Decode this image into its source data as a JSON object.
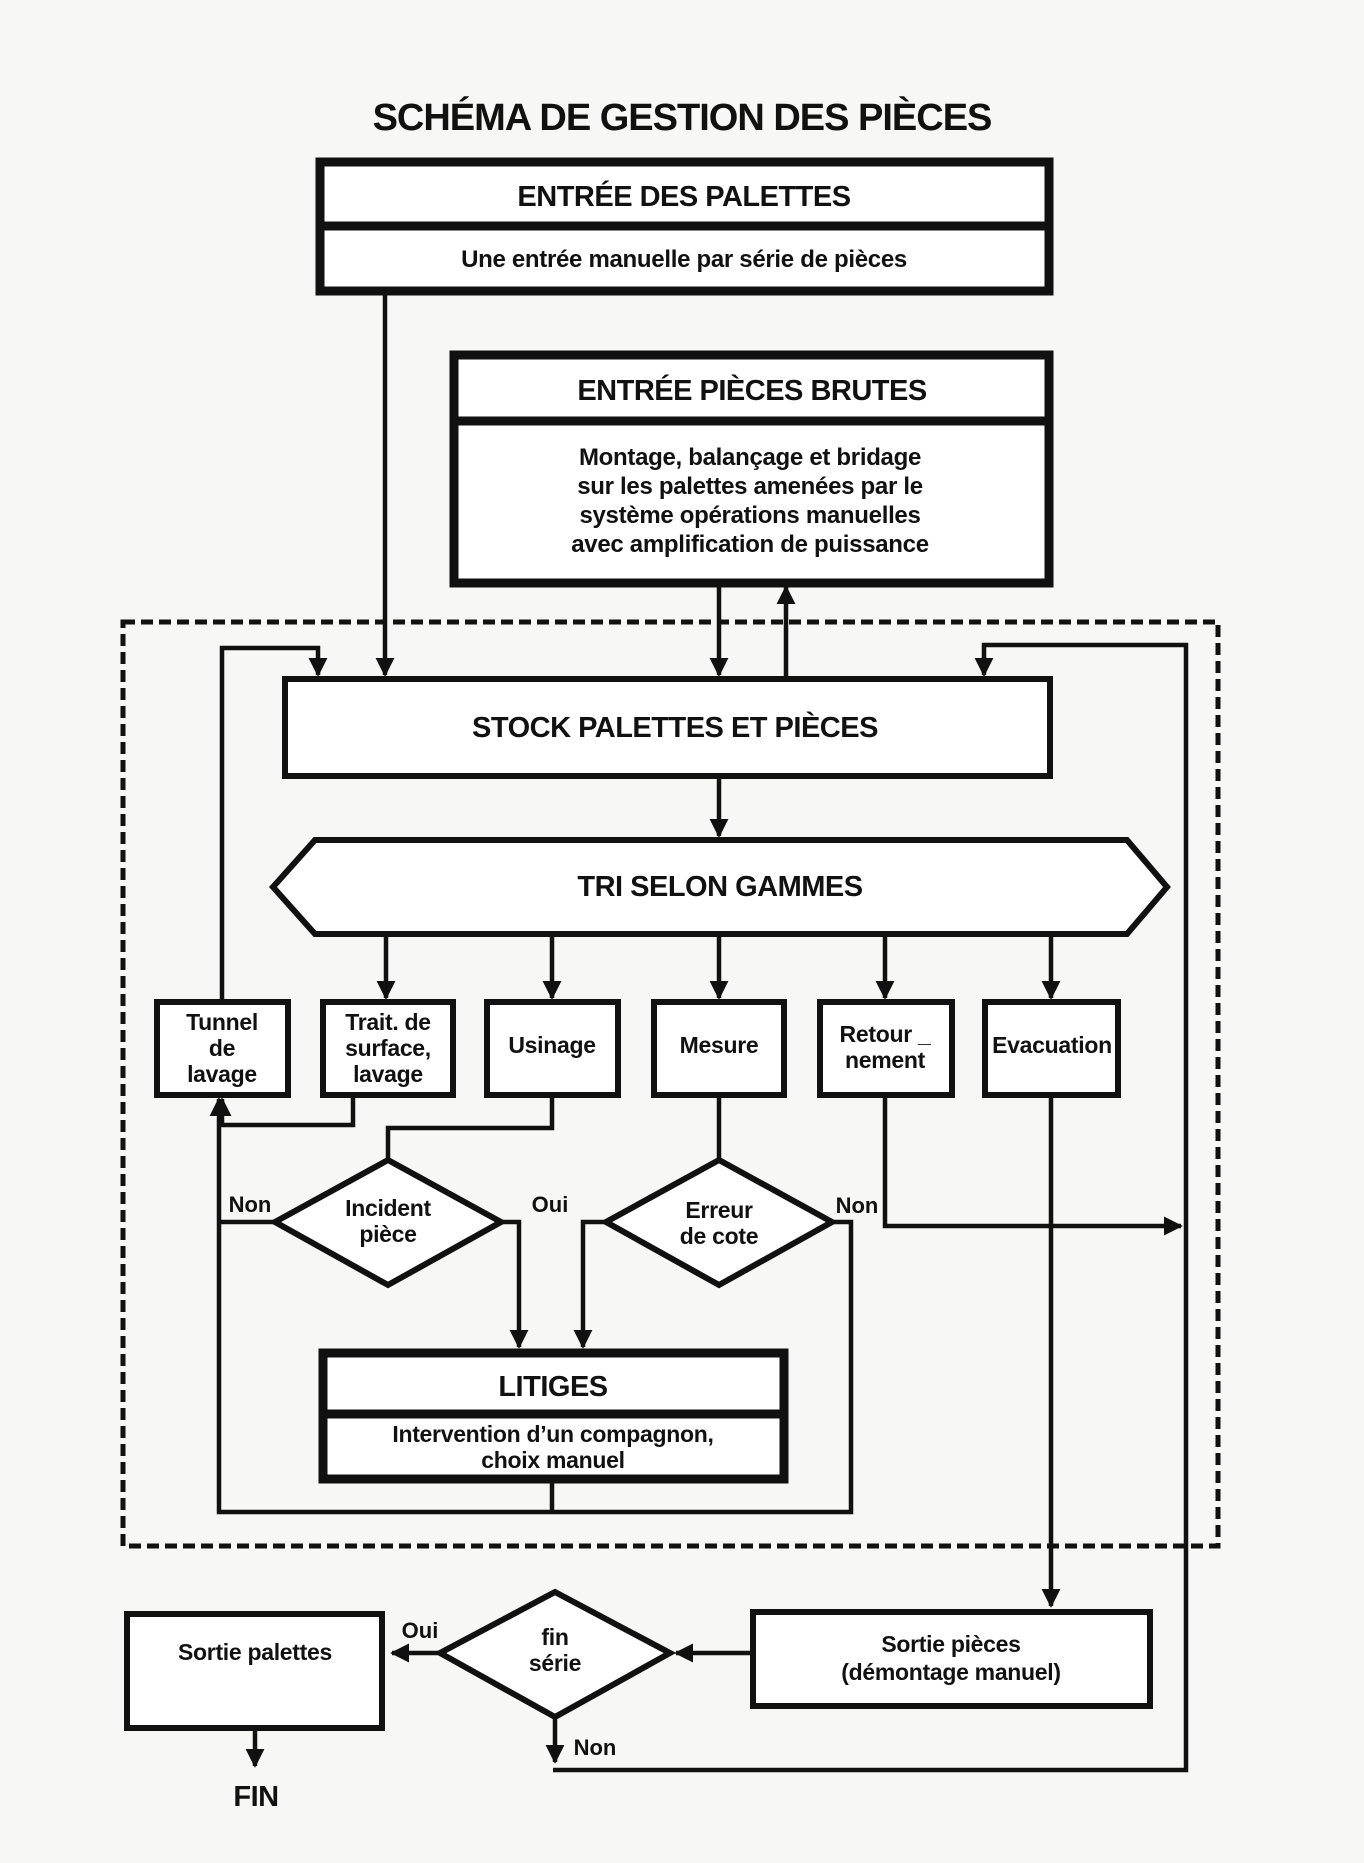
{
  "title": "SCHÉMA DE GESTION DES PIÈCES",
  "nodes": {
    "entree_palettes": {
      "header": "ENTRÉE DES PALETTES",
      "body": "Une entrée manuelle par série de pièces"
    },
    "entree_pieces_brutes": {
      "header": "ENTRÉE PIÈCES BRUTES",
      "body": [
        "Montage, balançage et bridage",
        "sur les palettes amenées par le",
        "système  opérations  manuelles",
        "avec amplification de puissance"
      ]
    },
    "stock": {
      "label": "STOCK PALETTES ET PIÈCES"
    },
    "tri": {
      "label": "TRI SELON GAMMES"
    },
    "operations": [
      {
        "id": "tunnel",
        "lines": [
          "Tunnel",
          "de",
          "lavage"
        ]
      },
      {
        "id": "traitement",
        "lines": [
          "Trait. de",
          "surface,",
          "lavage"
        ]
      },
      {
        "id": "usinage",
        "lines": [
          "Usinage"
        ]
      },
      {
        "id": "mesure",
        "lines": [
          "Mesure"
        ]
      },
      {
        "id": "retournement",
        "lines": [
          "Retour _",
          "nement"
        ]
      },
      {
        "id": "evacuation",
        "lines": [
          "Evacuation"
        ]
      }
    ],
    "incident": {
      "lines": [
        "Incident",
        "pièce"
      ],
      "no_label": "Non",
      "yes_label": "Oui"
    },
    "erreur": {
      "lines": [
        "Erreur",
        "de cote"
      ],
      "no_label": "Non"
    },
    "litiges": {
      "header": "LITIGES",
      "body": [
        "Intervention d’un compagnon,",
        "choix manuel"
      ]
    },
    "sortie_pieces": {
      "lines": [
        "Sortie pièces",
        "(démontage manuel)"
      ]
    },
    "fin_serie": {
      "lines": [
        "fin",
        "série"
      ],
      "yes_label": "Oui",
      "no_label": "Non"
    },
    "sortie_palettes": {
      "label": "Sortie palettes"
    },
    "fin": {
      "label": "FIN"
    }
  }
}
